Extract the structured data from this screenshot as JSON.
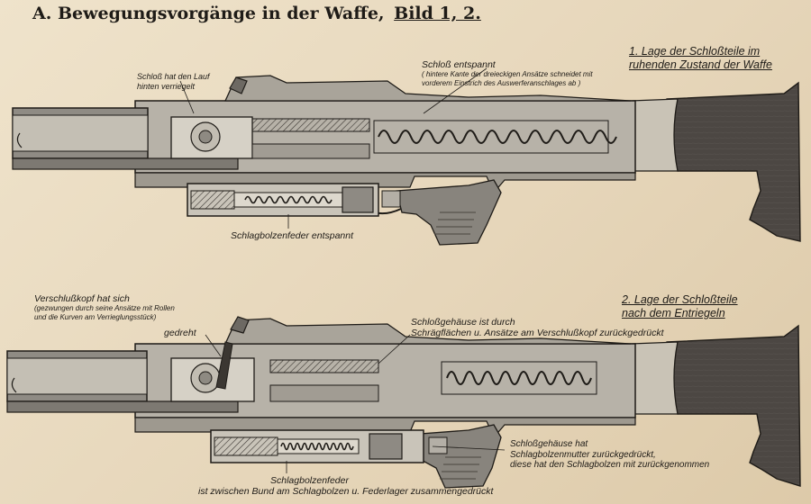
{
  "title": {
    "main": "A. Bewegungsvorgänge in der Waffe,",
    "bild": "Bild 1, 2."
  },
  "fig1": {
    "caption_line1": "1. Lage der Schloßteile im",
    "caption_line2": "ruhenden Zustand der Waffe",
    "label_lock_line1": "Schloß hat den Lauf",
    "label_lock_line2": "hinten verriegelt",
    "label_uncocked": "Schloß entspannt",
    "label_uncocked_note1": "( hintere Kante der dreieckigen Ansätze schneidet mit",
    "label_uncocked_note2": "vorderem Einstrich des Auswerferanschlages ab )",
    "label_spring": "Schlagbolzenfeder entspannt"
  },
  "fig2": {
    "caption_line1": "2. Lage der Schloßteile",
    "caption_line2": "nach dem Entriegeln",
    "label_head_line1": "Verschlußkopf hat sich",
    "label_head_line2": "(gezwungen durch seine Ansätze mit Rollen",
    "label_head_line3": "und die Kurven am Verrieglungsstück)",
    "label_head_line4": "gedreht",
    "label_housing_line1": "Schloßgehäuse ist durch",
    "label_housing_line2": "Schrägflächen u. Ansätze am Verschlußkopf zurückgedrückt",
    "label_nut_line1": "Schloßgehäuse hat",
    "label_nut_line2": "Schlagbolzenmutter zurückgedrückt,",
    "label_nut_line3": "diese hat den Schlagbolzen mit zurückgenommen",
    "label_spring_line1": "Schlagbolzenfeder",
    "label_spring_line2": "ist zwischen Bund am Schlagbolzen u. Federlager zusammengedrückt"
  },
  "colors": {
    "paper": "#e9dcc3",
    "ink": "#1e1b17",
    "stock": "#4a4541",
    "metal": "#9c9890"
  }
}
